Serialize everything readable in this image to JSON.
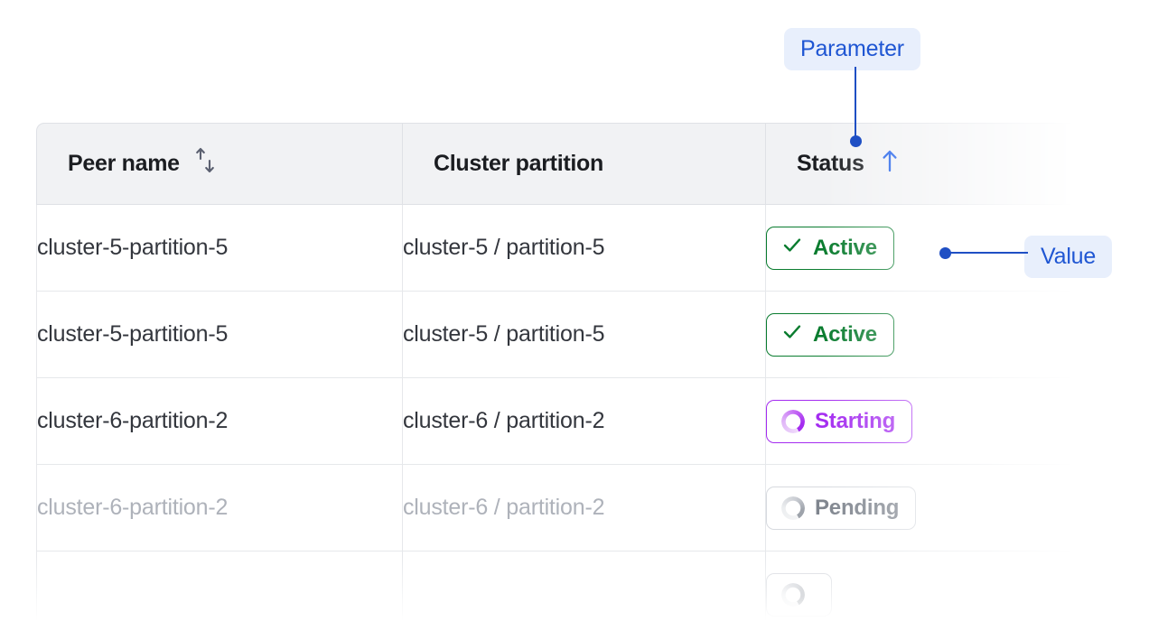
{
  "table": {
    "columns": [
      {
        "key": "peer_name",
        "label": "Peer name",
        "sort_icon": "sort-updown-icon",
        "sorted": false
      },
      {
        "key": "cluster_partition",
        "label": "Cluster partition",
        "sort_icon": null,
        "sorted": false
      },
      {
        "key": "status",
        "label": "Status",
        "sort_icon": "sort-up-icon",
        "sorted": true
      }
    ],
    "rows": [
      {
        "peer_name": "cluster-5-partition-5",
        "cluster_partition": "cluster-5 / partition-5",
        "status": "Active",
        "status_kind": "active",
        "status_icon": "check-icon",
        "muted": false
      },
      {
        "peer_name": "cluster-5-partition-5",
        "cluster_partition": "cluster-5 / partition-5",
        "status": "Active",
        "status_kind": "active",
        "status_icon": "check-icon",
        "muted": false
      },
      {
        "peer_name": "cluster-6-partition-2",
        "cluster_partition": "cluster-6 / partition-2",
        "status": "Starting",
        "status_kind": "starting",
        "status_icon": "spinner-icon",
        "muted": false
      },
      {
        "peer_name": "cluster-6-partition-2",
        "cluster_partition": "cluster-6 / partition-2",
        "status": "Pending",
        "status_kind": "pending",
        "status_icon": "spinner-icon",
        "muted": true
      },
      {
        "peer_name": "",
        "cluster_partition": "",
        "status": "",
        "status_kind": "pending",
        "status_icon": "spinner-icon",
        "muted": true
      }
    ]
  },
  "annotations": {
    "parameter": {
      "label": "Parameter"
    },
    "value": {
      "label": "Value"
    }
  },
  "colors": {
    "accent_blue": "#1f4fc4",
    "pill_bg": "#e8effc",
    "active_green": "#0a7c2f",
    "starting_purple": "#a42cf0",
    "pending_grey": "#7f858e",
    "header_bg": "#f1f2f4",
    "border": "#e6e8eb"
  }
}
